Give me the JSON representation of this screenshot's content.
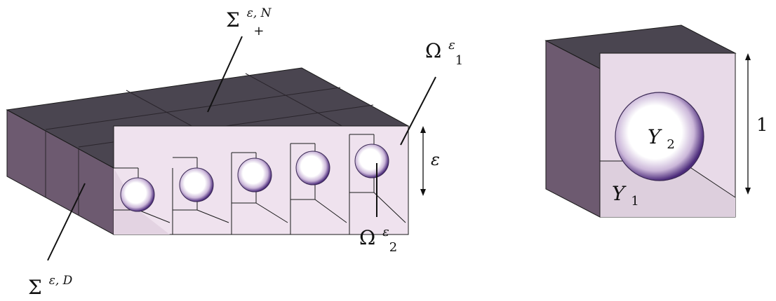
{
  "labels": {
    "sigma_plus_base": "Σ",
    "sigma_plus_sup": "ε, N",
    "sigma_plus_sub": "+",
    "omega1_base": "Ω",
    "omega1_sup": "ε",
    "omega1_sub": "1",
    "epsilon": "ε",
    "omega2_base": "Ω",
    "omega2_sup": "ε",
    "omega2_sub": "2",
    "sigma_d_base": "Σ",
    "sigma_d_sup": "ε, D",
    "y2_base": "Y",
    "y2_sub": "2",
    "y1_base": "Y",
    "y1_sub": "1",
    "unit_length": "1"
  },
  "colors": {
    "top_face": "#4a4550",
    "side_face": "#6d5a70",
    "front_face": "#efe2ee",
    "inner_floor": "#dccddc",
    "edge": "#1a1a1a",
    "inclusion_rim": "#4b2a7a"
  }
}
